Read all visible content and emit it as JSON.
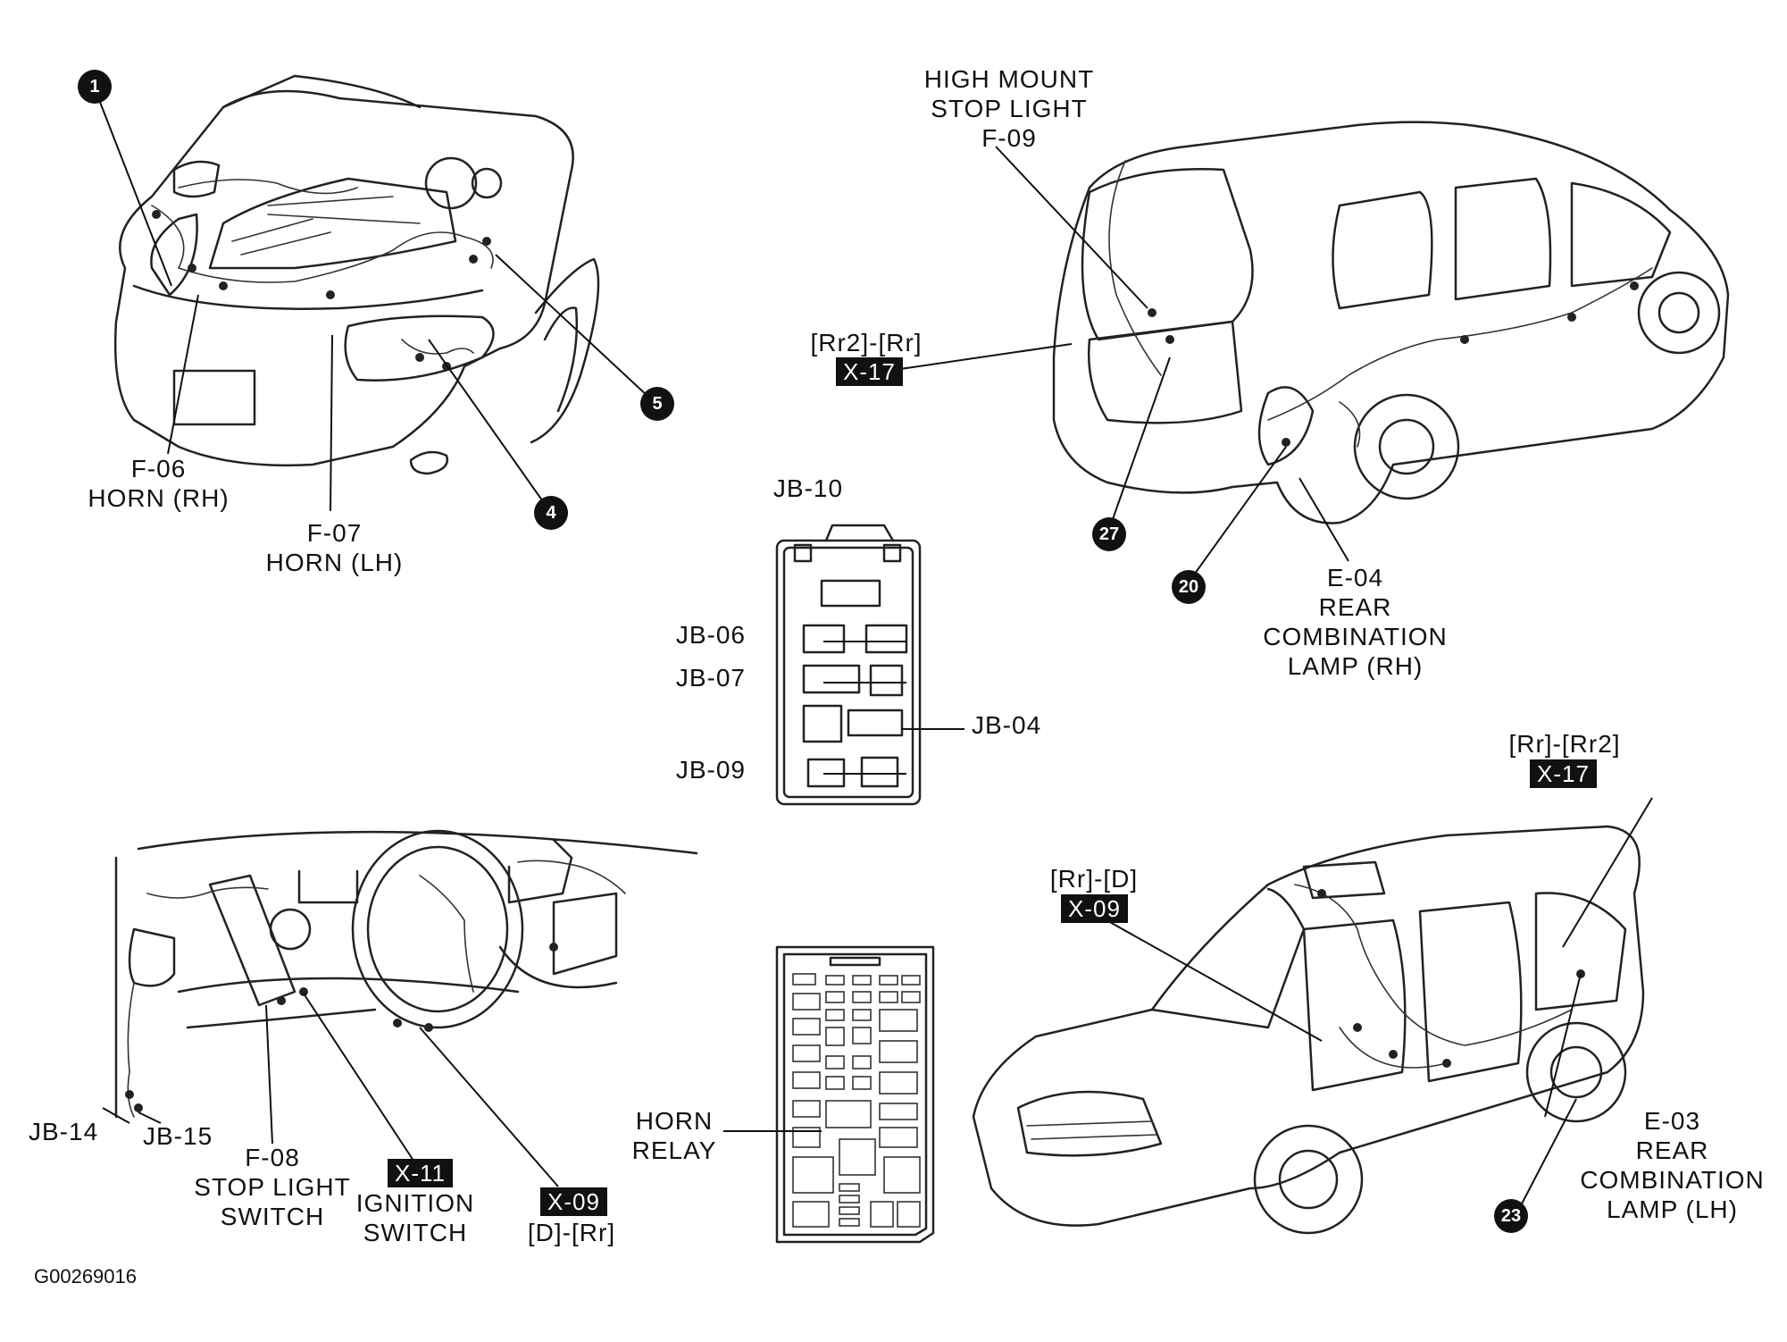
{
  "figure_id": "G00269016",
  "engine_bay": {
    "callouts": [
      "1",
      "5",
      "4"
    ],
    "f06": {
      "code": "F-06",
      "name": "HORN (RH)"
    },
    "f07": {
      "code": "F-07",
      "name": "HORN (LH)"
    }
  },
  "rear_van": {
    "f09": {
      "line1": "HIGH MOUNT",
      "line2": "STOP LIGHT",
      "code": "F-09"
    },
    "x17": {
      "pair": "[Rr2]-[Rr]",
      "tag": "X-17"
    },
    "callouts": [
      "27",
      "20"
    ],
    "e04": {
      "code": "E-04",
      "line1": "REAR",
      "line2": "COMBINATION",
      "line3": "LAMP (RH)"
    }
  },
  "junction_box": {
    "jb10": "JB-10",
    "jb06": "JB-06",
    "jb07": "JB-07",
    "jb04": "JB-04",
    "jb09": "JB-09"
  },
  "dashboard": {
    "jb14": "JB-14",
    "jb15": "JB-15",
    "f08": {
      "code": "F-08",
      "line1": "STOP LIGHT",
      "line2": "SWITCH"
    },
    "x11": {
      "tag": "X-11",
      "line1": "IGNITION",
      "line2": "SWITCH"
    },
    "x09": {
      "tag": "X-09",
      "pair": "[D]-[Rr]"
    }
  },
  "relay_box": {
    "line1": "HORN",
    "line2": "RELAY"
  },
  "front_van": {
    "x17": {
      "pair": "[Rr]-[Rr2]",
      "tag": "X-17"
    },
    "x09": {
      "pair": "[Rr]-[D]",
      "tag": "X-09"
    },
    "callouts": [
      "23"
    ],
    "e03": {
      "code": "E-03",
      "line1": "REAR",
      "line2": "COMBINATION",
      "line3": "LAMP (LH)"
    }
  }
}
